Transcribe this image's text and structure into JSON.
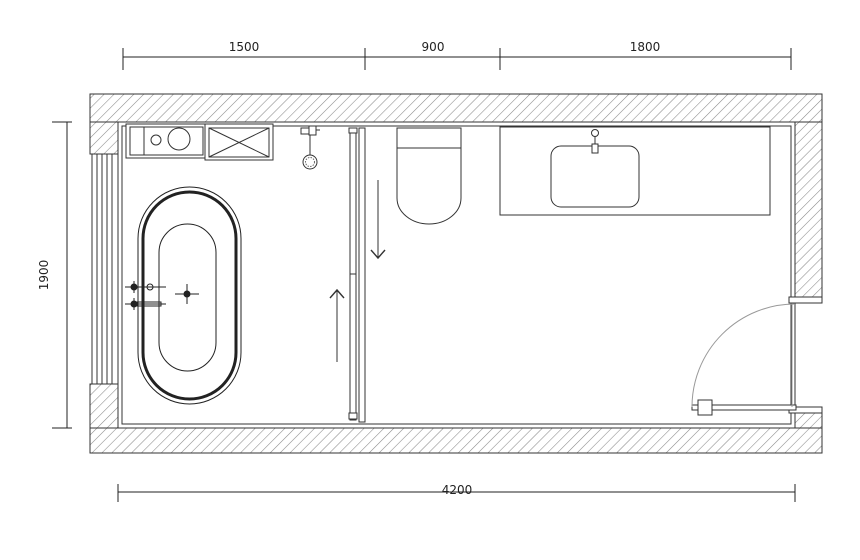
{
  "dimensions": {
    "top": [
      "1500",
      "900",
      "1800"
    ],
    "bottom": "4200",
    "left": "1900"
  },
  "colors": {
    "line": "#333333",
    "hatch": "#888888",
    "door_arc": "#999999"
  },
  "icons": {
    "toilet": "toilet-icon",
    "sink": "sink-icon",
    "bathtub": "bathtub-icon",
    "shower_head": "shower-head-icon",
    "washing_machine": "washing-machine-icon"
  }
}
